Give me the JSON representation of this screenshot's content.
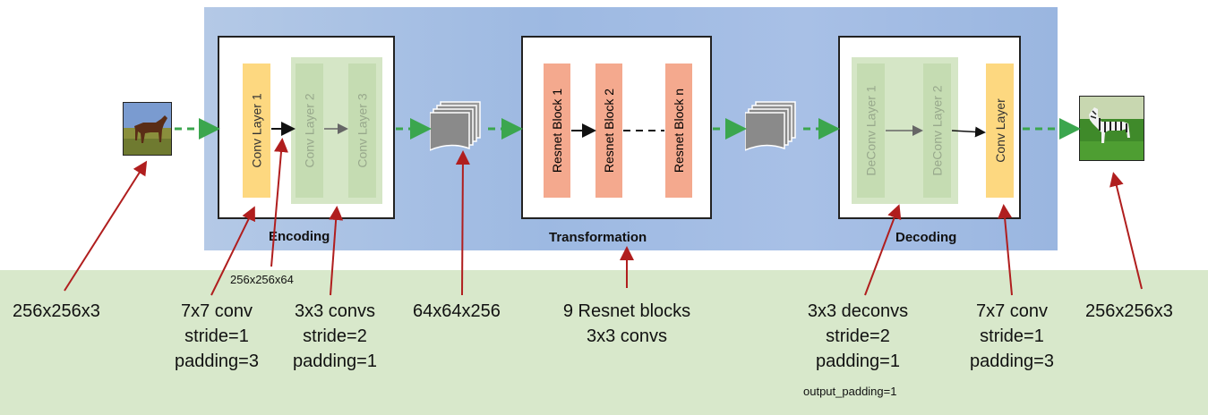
{
  "stages": {
    "encoding": {
      "title": "Encoding",
      "layers": [
        "Conv Layer 1",
        "Conv Layer 2",
        "Conv Layer 3"
      ]
    },
    "transformation": {
      "title": "Transformation",
      "blocks": [
        "Resnet Block 1",
        "Resnet Block 2",
        "Resnet Block n"
      ]
    },
    "decoding": {
      "title": "Decoding",
      "layers": [
        "DeConv Layer 1",
        "DeConv Layer 2",
        "Conv Layer"
      ]
    }
  },
  "annotations": {
    "input_shape": "256x256x3",
    "conv1": [
      "7x7 conv",
      "stride=1",
      "padding=3"
    ],
    "conv1_output": "256x256x64",
    "enc_convs": [
      "3x3 convs",
      "stride=2",
      "padding=1"
    ],
    "feature_shape": "64x64x256",
    "resnet": [
      "9 Resnet blocks",
      "3x3 convs"
    ],
    "deconvs": [
      "3x3 deconvs",
      "stride=2",
      "padding=1"
    ],
    "deconvs_extra": "output_padding=1",
    "final_conv": [
      "7x7 conv",
      "stride=1",
      "padding=3"
    ],
    "output_shape": "256x256x3"
  },
  "colors": {
    "flow_arrow": "#3ba64e",
    "pointer_arrow": "#b01e1e",
    "resnet_block": "#f4a98e",
    "conv_layer": "#fdd880"
  }
}
